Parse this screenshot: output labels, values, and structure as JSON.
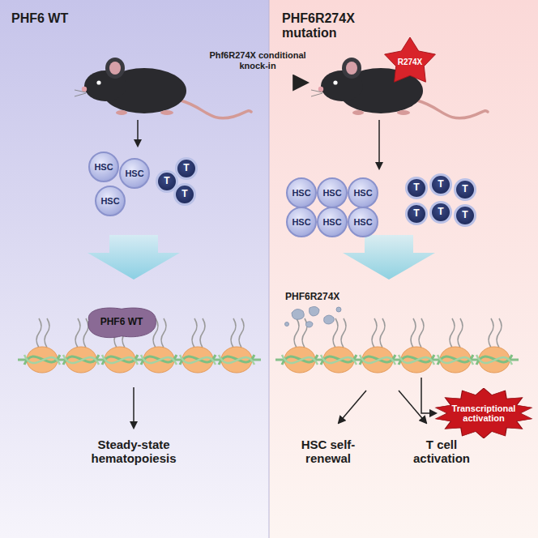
{
  "diagram": {
    "nodes": [
      {
        "text": [
          "HSC"
        ]
      },
      {
        "text": [
          "HSC"
        ]
      },
      {
        "text": [
          "HSC"
        ]
      },
      {
        "text": [
          "T"
        ]
      },
      {
        "text": [
          "T"
        ]
      },
      {
        "text": [
          "T"
        ]
      },
      {
        "text": [
          "R274X"
        ]
      },
      {
        "text": [
          "HSC"
        ]
      },
      {
        "text": [
          "HSC"
        ]
      },
      {
        "text": [
          "HSC"
        ]
      },
      {
        "text": [
          "HSC"
        ]
      },
      {
        "text": [
          "HSC"
        ]
      },
      {
        "text": [
          "HSC"
        ]
      },
      {
        "text": [
          "T"
        ]
      },
      {
        "text": [
          "T"
        ]
      },
      {
        "text": [
          "T"
        ]
      },
      {
        "text": [
          "T"
        ]
      },
      {
        "text": [
          "T"
        ]
      },
      {
        "text": [
          "T"
        ]
      },
      {
        "text": [
          "PHF6 WT"
        ]
      },
      {
        "text": [
          "Transcriptional activation"
        ]
      }
    ],
    "labels": [
      "PHF6 WT",
      "PHF6R274X mutation",
      "Phf6R274X conditional knock-in",
      "Steady-state hematopoiesis",
      "PHF6R274X",
      "HSC self-renewal",
      "T cell activation"
    ]
  }
}
